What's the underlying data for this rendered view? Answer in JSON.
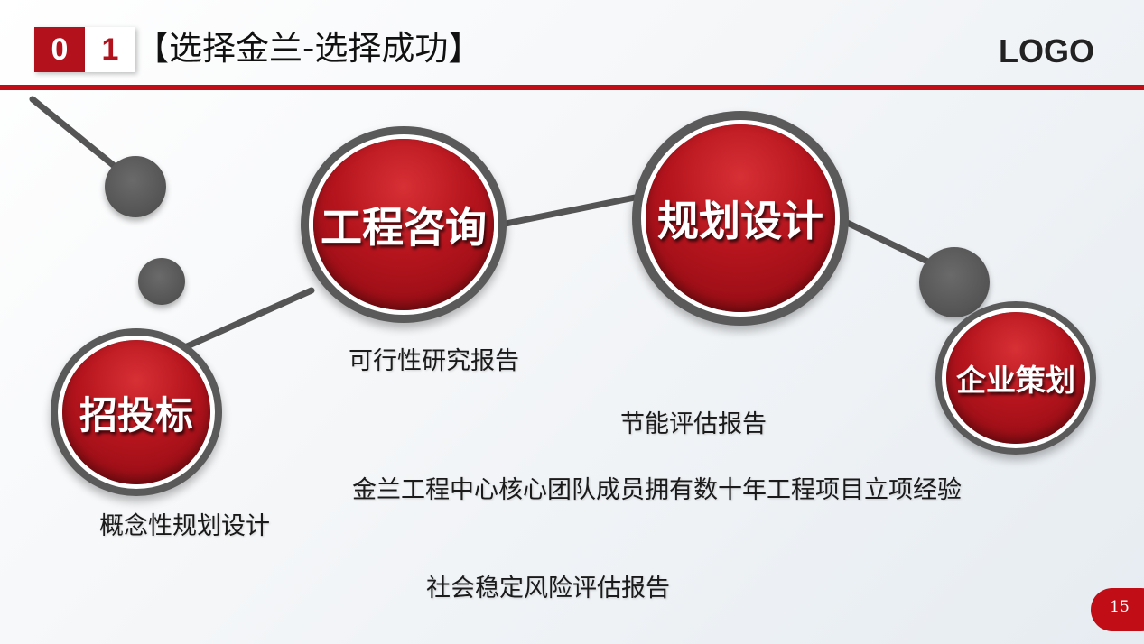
{
  "header": {
    "num_left": "0",
    "num_right": "1",
    "title": "【选择金兰-选择成功】",
    "logo": "LOGO"
  },
  "circles": {
    "gongcheng": "工程咨询",
    "guihua": "规划设计",
    "zhaotou": "招投标",
    "qiye": "企业策划"
  },
  "captions": {
    "kexing": "可行性研究报告",
    "jieneng": "节能评估报告",
    "team": "金兰工程中心核心团队成员拥有数十年工程项目立项经验",
    "gainian": "概念性规划设计",
    "shehui": "社会稳定风险评估报告"
  },
  "page": {
    "number": "15"
  },
  "colors": {
    "accent_red": "#c00d16",
    "ring_gray": "#5a5a5a"
  }
}
